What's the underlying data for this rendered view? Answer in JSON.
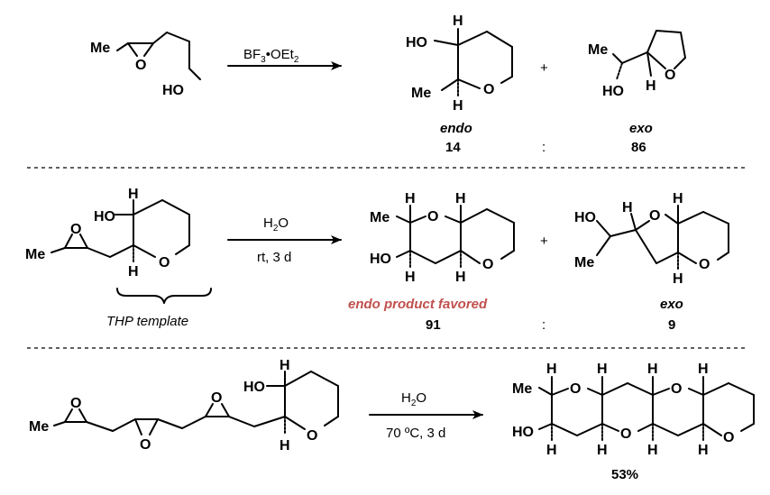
{
  "reactions": [
    {
      "substrate": {
        "atoms": {
          "me": "Me",
          "o": "O",
          "ho": "HO"
        }
      },
      "reagent_top": "BF",
      "reagent_sub3": "3",
      "reagent_bullet": "•OEt",
      "reagent_sub2": "2",
      "plus": "+",
      "endo": {
        "atoms": {
          "ho": "HO",
          "h_top": "H",
          "me": "Me",
          "o": "O",
          "h_bot": "H"
        },
        "label": "endo",
        "ratio": "14"
      },
      "exo": {
        "atoms": {
          "me": "Me",
          "ho": "HO",
          "h": "H",
          "o": "O"
        },
        "label": "exo",
        "ratio": "86"
      },
      "colon": ":"
    },
    {
      "substrate": {
        "atoms": {
          "ho": "HO",
          "h_top": "H",
          "me": "Me",
          "o_ep": "O",
          "o_ring": "O",
          "h_bot": "H"
        },
        "label": "THP template"
      },
      "reagent_top": "H",
      "reagent_sub2": "2",
      "reagent_o": "O",
      "reagent_bottom": "rt, 3 d",
      "plus": "+",
      "endo": {
        "atoms": {
          "me": "Me",
          "h1": "H",
          "o1": "O",
          "h2": "H",
          "ho": "HO",
          "h3": "H",
          "h4": "H",
          "o2": "O"
        },
        "label": "endo product favored",
        "ratio": "91"
      },
      "exo": {
        "atoms": {
          "ho": "HO",
          "h1": "H",
          "o1": "O",
          "h2": "H",
          "me": "Me",
          "h3": "H",
          "o2": "O"
        },
        "label": "exo",
        "ratio": "9"
      },
      "colon": ":"
    },
    {
      "substrate": {
        "atoms": {
          "me": "Me",
          "o1": "O",
          "o2": "O",
          "o3": "O",
          "ho": "HO",
          "h_top": "H",
          "o_ring": "O",
          "h_bot": "H"
        }
      },
      "reagent_top": "H",
      "reagent_sub2": "2",
      "reagent_o": "O",
      "reagent_bottom": "70 ºC, 3 d",
      "product": {
        "atoms": {
          "me": "Me",
          "h1": "H",
          "o1": "O",
          "h2": "H",
          "h3": "H",
          "o2": "O",
          "h4": "H",
          "ho": "HO",
          "h5": "H",
          "h6": "H",
          "o3": "O",
          "h7": "H",
          "h8": "H",
          "o4": "O"
        }
      },
      "yield": "53%"
    }
  ]
}
